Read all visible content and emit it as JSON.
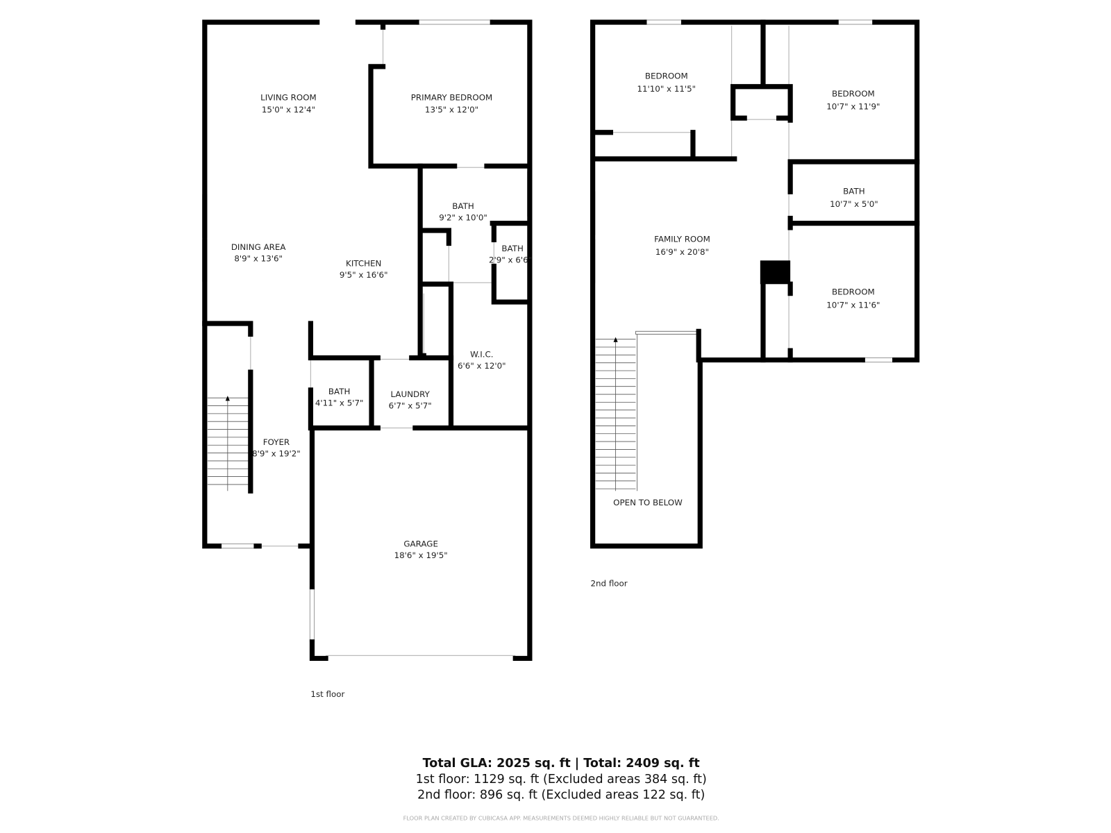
{
  "floor1": {
    "label": "1st floor",
    "rooms": [
      {
        "name": "LIVING ROOM",
        "size": "15'0\" x 12'4\""
      },
      {
        "name": "PRIMARY BEDROOM",
        "size": "13'5\" x 12'0\""
      },
      {
        "name": "BATH",
        "size": "9'2\" x 10'0\""
      },
      {
        "name": "BATH",
        "size": "2'9\" x 6'6\""
      },
      {
        "name": "DINING AREA",
        "size": "8'9\" x 13'6\""
      },
      {
        "name": "KITCHEN",
        "size": "9'5\" x 16'6\""
      },
      {
        "name": "W.I.C.",
        "size": "6'6\" x 12'0\""
      },
      {
        "name": "BATH",
        "size": "4'11\" x 5'7\""
      },
      {
        "name": "LAUNDRY",
        "size": "6'7\" x 5'7\""
      },
      {
        "name": "FOYER",
        "size": "8'9\" x 19'2\""
      },
      {
        "name": "GARAGE",
        "size": "18'6\" x 19'5\""
      }
    ]
  },
  "floor2": {
    "label": "2nd floor",
    "rooms": [
      {
        "name": "BEDROOM",
        "size": "11'10\" x 11'5\""
      },
      {
        "name": "BEDROOM",
        "size": "10'7\" x 11'9\""
      },
      {
        "name": "BATH",
        "size": "10'7\" x 5'0\""
      },
      {
        "name": "FAMILY ROOM",
        "size": "16'9\" x 20'8\""
      },
      {
        "name": "BEDROOM",
        "size": "10'7\" x 11'6\""
      }
    ],
    "open_label": "OPEN TO BELOW"
  },
  "totals": {
    "headline": "Total GLA: 2025 sq. ft | Total: 2409 sq. ft",
    "floor1": "1st floor: 1129 sq. ft (Excluded areas 384 sq. ft)",
    "floor2": "2nd floor: 896 sq. ft (Excluded areas 122 sq. ft)"
  },
  "disclaimer": "FLOOR PLAN CREATED BY CUBICASA APP. MEASUREMENTS DEEMED HIGHLY RELIABLE BUT NOT GUARANTEED."
}
